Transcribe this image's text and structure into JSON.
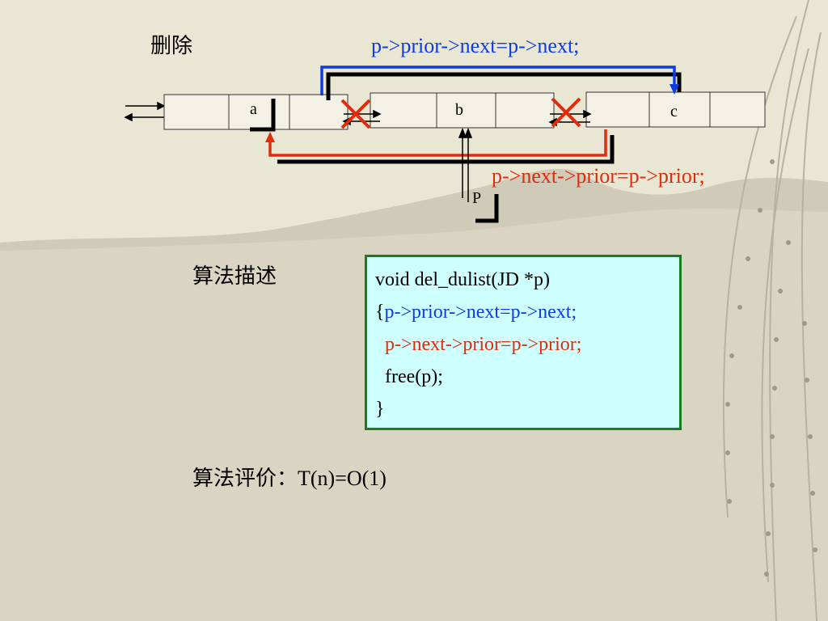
{
  "title": "删除",
  "top_annotation": "p->prior->next=p->next;",
  "bottom_annotation": "p->next->prior=p->prior;",
  "nodes": {
    "a": "a",
    "b": "b",
    "c": "c"
  },
  "pointer_label": "P",
  "algorithm_description_label": "算法描述",
  "code": {
    "line1": "void del_dulist(JD *p)",
    "line2_brace": "{",
    "line2": "p->prior->next=p->next;",
    "line3": "p->next->prior=p->prior;",
    "line4": "free(p);",
    "line5": "}"
  },
  "algorithm_evaluation": "算法评价：T(n)=O(1)",
  "colors": {
    "blue": "#0d3be6",
    "red": "#e32b0c",
    "box_bg": "#ccfffd",
    "box_border": "#1d7a1d"
  }
}
